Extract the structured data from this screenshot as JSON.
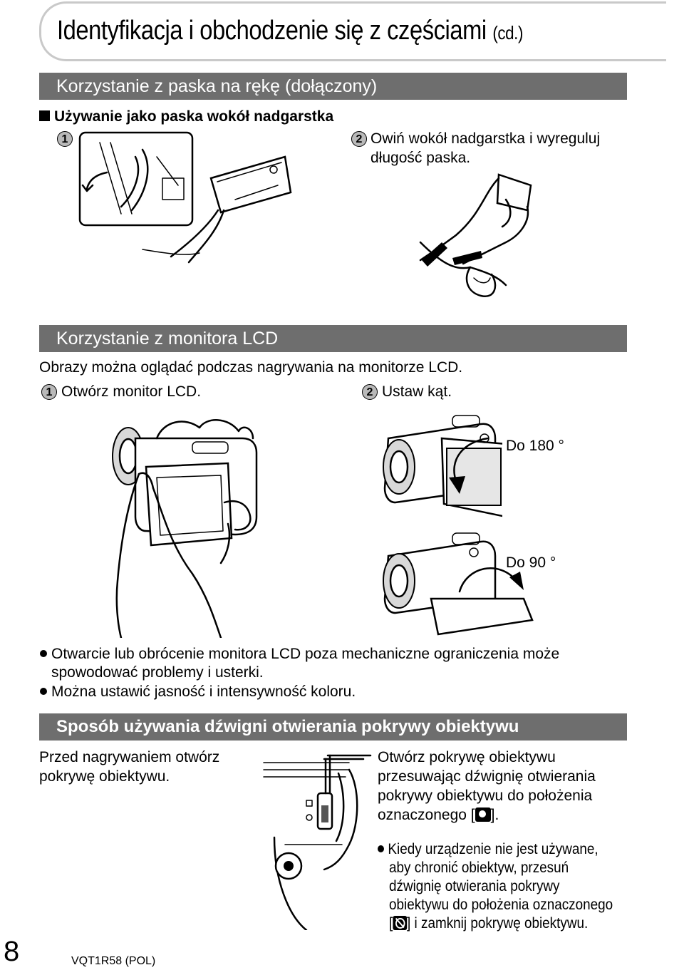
{
  "header": {
    "title": "Identyfikacja i obchodzenie się z częściami",
    "title_suffix": "(cd.)"
  },
  "strap": {
    "section_title": "Korzystanie z paska na rękę (dołączony)",
    "subheading": "Używanie jako paska wokół nadgarstka",
    "step1_num": "1",
    "step2_num": "2",
    "step2_line1": "Owiń wokół nadgarstka i wyreguluj",
    "step2_line2": "długość paska."
  },
  "lcd": {
    "section_title": "Korzystanie z monitora LCD",
    "intro": "Obrazy można oglądać podczas nagrywania na monitorze LCD.",
    "step1_num": "1",
    "step1_text": "Otwórz monitor LCD.",
    "step2_num": "2",
    "step2_text": "Ustaw kąt.",
    "angle1": "Do 180 °",
    "angle2": "Do 90 °",
    "note1_line1": "Otwarcie lub obrócenie monitora LCD poza mechaniczne ograniczenia może",
    "note1_line2": "spowodować problemy i usterki.",
    "note2": "Można ustawić jasność i intensywność koloru."
  },
  "lens": {
    "section_title": "Sposób używania dźwigni otwierania pokrywy obiektywu",
    "left_line1": "Przed nagrywaniem otwórz",
    "left_line2": "pokrywę obiektywu.",
    "right_line1": "Otwórz pokrywę obiektywu",
    "right_line2": "przesuwając dźwignię otwierania",
    "right_line3": "pokrywy obiektywu do położenia",
    "right_line4_pre": "oznaczonego [",
    "right_line4_post": "].",
    "note_line1": "Kiedy urządzenie nie jest używane,",
    "note_line2": "aby chronić obiektyw, przesuń",
    "note_line3": "dźwignię otwierania pokrywy",
    "note_line4": "obiektywu do położenia oznaczonego",
    "note_line5_pre": "[",
    "note_line5_post": "] i zamknij pokrywę obiektywu."
  },
  "footer": {
    "page_number": "8",
    "doc_code": "VQT1R58 (POL)"
  }
}
